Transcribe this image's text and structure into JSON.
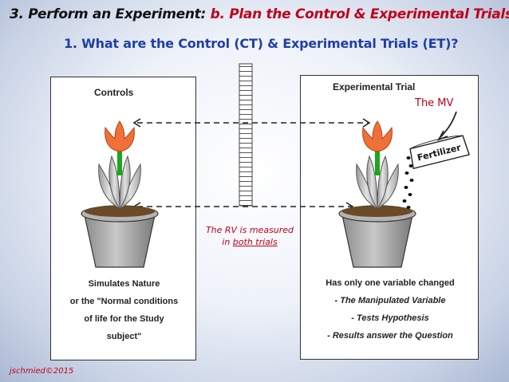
{
  "title": {
    "step": "3. Perform an Experiment:",
    "sub": "b. Plan the Control & Experimental Trials"
  },
  "subtitle": "1.  What are the Control (CT) & Experimental Trials (ET)?",
  "controls_panel": {
    "title": "Controls",
    "desc": [
      "Simulates Nature",
      "or the \"Normal conditions",
      "of life for the Study",
      "subject\""
    ]
  },
  "experimental_panel": {
    "title": "Experimental Trial",
    "desc": [
      "Has only one variable changed",
      "- The Manipulated Variable",
      "- Tests Hypothesis",
      "- Results answer the Question"
    ]
  },
  "mv_label": "The MV",
  "fertilizer_label": "Fertilizer",
  "rv_label": {
    "line1": "The RV is measured",
    "line2_prefix": "in ",
    "line2_underlined": "both trials"
  },
  "footer": "jschmied©2015",
  "colors": {
    "accent_red": "#c0001a",
    "subtitle_blue": "#1f3fa6",
    "flower_orange": "#f0703a",
    "stem_green": "#1aa81a",
    "pot_gray": "#a9a9a9",
    "soil_brown": "#6b4a26"
  }
}
